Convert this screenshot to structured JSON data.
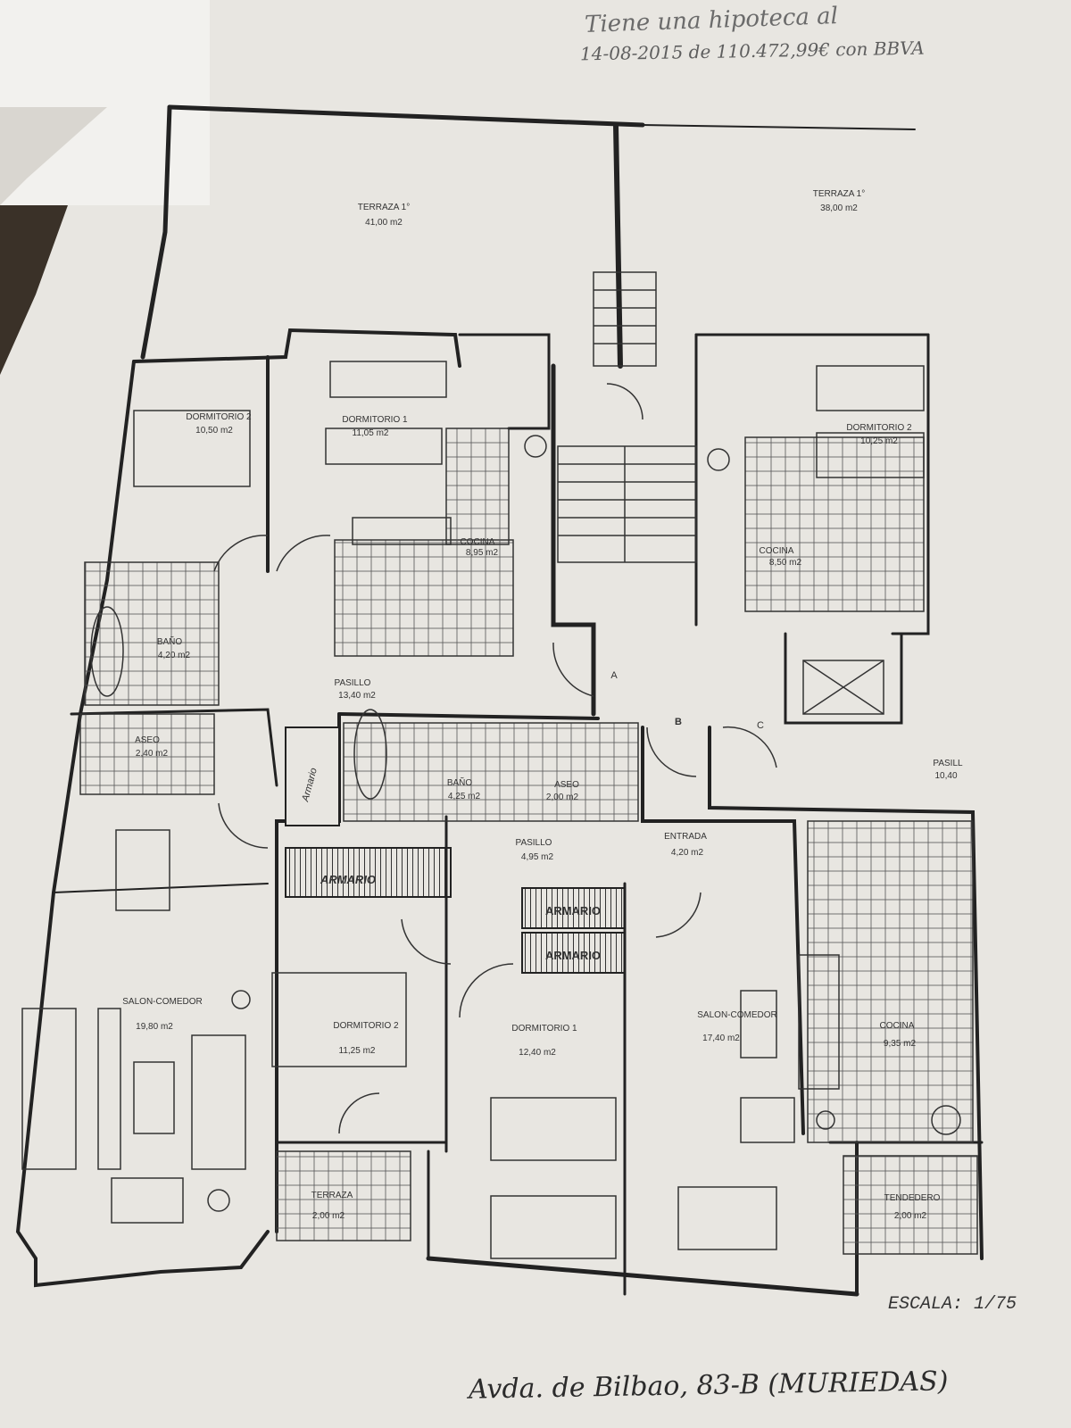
{
  "handwritten": {
    "note_line1": "Tiene una hipoteca al",
    "note_line2": "14-08-2015 de 110.472,99€ con BBVA",
    "address": "Avda. de Bilbao, 83-B (MURIEDAS)",
    "scale": "ESCALA: 1/75"
  },
  "rooms": {
    "terraza_left": {
      "name": "TERRAZA 1°",
      "area": "41,00 m2"
    },
    "terraza_right": {
      "name": "TERRAZA 1°",
      "area": "38,00 m2"
    },
    "dorm2_tl": {
      "name": "DORMITORIO 2",
      "area": "10,50 m2"
    },
    "dorm1_tl": {
      "name": "DORMITORIO 1",
      "area": "11,05 m2"
    },
    "cocina_tl": {
      "name": "COCINA",
      "area": "8,95 m2"
    },
    "dorm2_tr": {
      "name": "DORMITORIO 2",
      "area": "10,25 m2"
    },
    "cocina_tr": {
      "name": "COCINA",
      "area": "8,50 m2"
    },
    "bano_l": {
      "name": "BAÑO",
      "area": "4,20 m2"
    },
    "pasillo_l": {
      "name": "PASILLO",
      "area": "13,40 m2"
    },
    "aseo_l": {
      "name": "ASEO",
      "area": "2,40 m2"
    },
    "bano_c": {
      "name": "BAÑO",
      "area": "4,25 m2"
    },
    "aseo_c": {
      "name": "ASEO",
      "area": "2,00 m2"
    },
    "pasillo_c": {
      "name": "PASILLO",
      "area": "4,95 m2"
    },
    "entrada": {
      "name": "ENTRADA",
      "area": "4,20 m2"
    },
    "pasillo_r": {
      "name": "PASILL",
      "area": "10,40"
    },
    "salon_l": {
      "name": "SALON-COMEDOR",
      "area": "19,80 m2"
    },
    "dorm2_b": {
      "name": "DORMITORIO 2",
      "area": "11,25 m2"
    },
    "dorm1_b": {
      "name": "DORMITORIO 1",
      "area": "12,40 m2"
    },
    "salon_r": {
      "name": "SALON-COMEDOR",
      "area": "17,40 m2"
    },
    "cocina_br": {
      "name": "COCINA",
      "area": "9,35 m2"
    },
    "terraza_b": {
      "name": "TERRAZA",
      "area": "2,00 m2"
    },
    "tendedero": {
      "name": "TENDEDERO",
      "area": "2,00 m2"
    }
  },
  "labels": {
    "armario_1": "ARMARIO",
    "armario_2": "ARMARIO",
    "armario_3": "ARMARIO",
    "armario_4": "Armario",
    "marker_a": "A",
    "marker_b": "B",
    "marker_c": "C"
  }
}
